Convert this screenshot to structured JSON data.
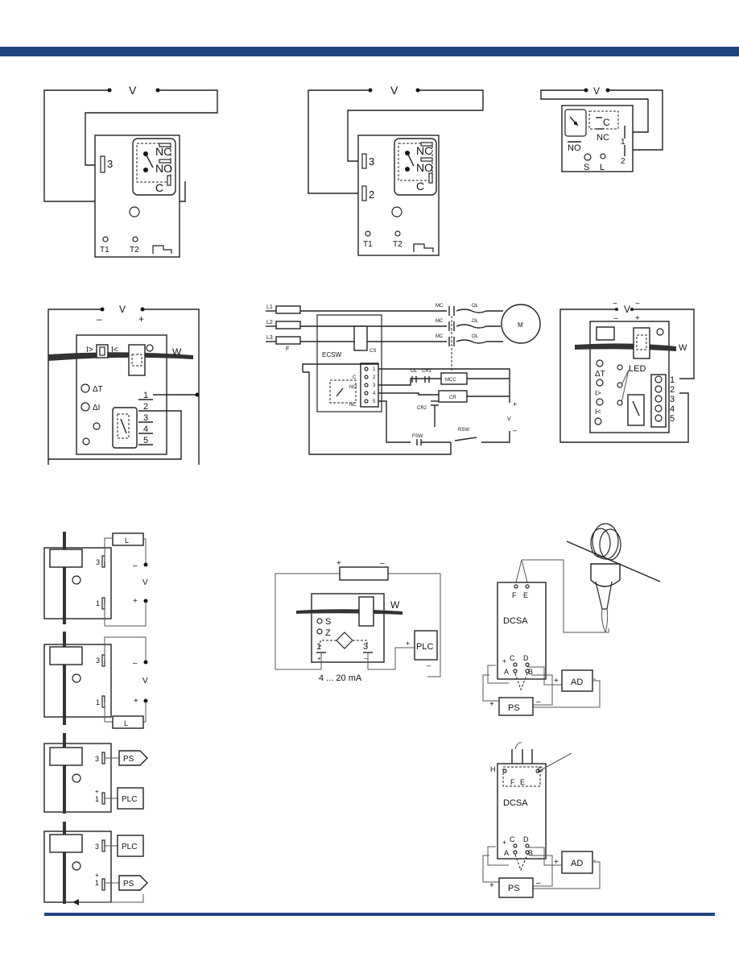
{
  "colors": {
    "band": "#1f4480",
    "line": "#222222"
  },
  "d1": {
    "v": "V",
    "t3": "3",
    "nc": "NC",
    "no": "NO",
    "c": "C",
    "t1": "T1",
    "t2": "T2"
  },
  "d2": {
    "v": "V",
    "t3": "3",
    "t2": "2",
    "nc": "NC",
    "no": "NO",
    "c": "C",
    "t1": "T1",
    "tt2": "T2"
  },
  "d3": {
    "v": "V",
    "c": "C",
    "nc": "NC",
    "no": "NO",
    "s": "S",
    "l": "L",
    "t1": "1",
    "t2": "2"
  },
  "d4": {
    "v": "V",
    "minus": "–",
    "plus": "+",
    "hi": "I>",
    "lo": "I<",
    "w": "W",
    "dt": "ΔT",
    "di": "ΔI",
    "n1": "1",
    "n2": "2",
    "n3": "3",
    "n4": "4",
    "n5": "5"
  },
  "d5": {
    "l1": "L1",
    "l2": "L2",
    "l3": "L3",
    "f": "F",
    "mc1": "MC",
    "mc2": "MC",
    "mc3": "MC",
    "ol1": "OL",
    "ol2": "OL",
    "ol3": "OL",
    "m": "M",
    "ecsw": "ECSW",
    "cs": "CS",
    "c": "C",
    "no": "NO",
    "nc": "NC",
    "n1": "1",
    "n2": "2",
    "n3": "3",
    "n4": "4",
    "n5": "5",
    "ol": "OL",
    "cr1": "CR1",
    "mcc": "MCC",
    "cr": "CR",
    "cr2": "CR2",
    "plus": "+",
    "v": "V",
    "minus": "–",
    "fsw": "FSW",
    "rsw": "RSW"
  },
  "d6": {
    "tilde1": "~",
    "tilde2": "~",
    "v": "V",
    "minus": "–",
    "plus": "+",
    "w": "W",
    "led": "LED",
    "dt": "ΔT",
    "hi": "I>",
    "lo": "I<",
    "n1": "1",
    "n2": "2",
    "n3": "3",
    "n4": "4",
    "n5": "5"
  },
  "d7": {
    "l": "L",
    "t3": "3",
    "t1": "1",
    "minus": "–",
    "v": "V",
    "plus": "+"
  },
  "d8": {
    "t3": "3",
    "t1": "1",
    "minus": "–",
    "v": "V",
    "plus": "+",
    "l": "L"
  },
  "d9": {
    "t3": "3",
    "plus": "+",
    "t1": "1",
    "ps": "PS",
    "plc": "PLC"
  },
  "d10": {
    "t3": "3",
    "plus": "+",
    "t1": "1",
    "plc": "PLC",
    "ps": "PS"
  },
  "d11": {
    "plus": "+",
    "minus": "–",
    "w": "W",
    "s": "S",
    "z": "Z",
    "t1": "1",
    "t3": "3",
    "pplus": "+",
    "pminus": "–",
    "plc": "PLC",
    "plcplus": "+",
    "plcminus": "–",
    "ma": "4 ... 20 mA"
  },
  "d12": {
    "f": "F",
    "e": "E",
    "dcsa": "DCSA",
    "c": "C",
    "d": "D",
    "a": "A",
    "b": "B",
    "plus": "+",
    "ad": "AD",
    "adplus": "+",
    "adminus": "-",
    "ps": "PS",
    "psplus": "+",
    "psminus": "–"
  },
  "d13": {
    "h": "H",
    "g": "G",
    "f": "F",
    "e": "E",
    "dcsa": "DCSA",
    "c": "C",
    "d": "D",
    "a": "A",
    "b": "B",
    "plus": "+",
    "ad": "AD",
    "adplus": "+",
    "adminus": "-",
    "ps": "PS",
    "psplus": "+",
    "psminus": "–"
  }
}
